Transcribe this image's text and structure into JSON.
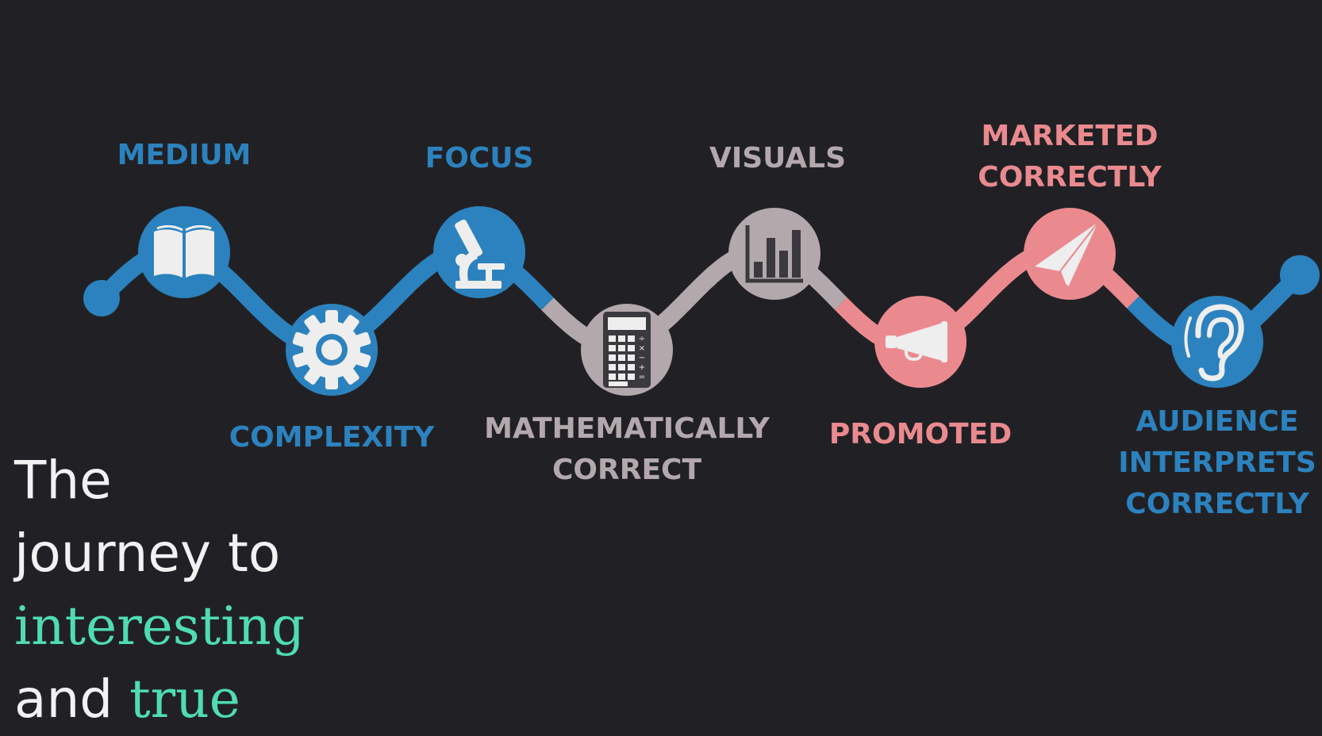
{
  "colors": {
    "background": "#212125",
    "blue": "#2c82be",
    "grey": "#b3a8ac",
    "pink": "#ea8a8f",
    "icon_fill": "#eeeeee",
    "icon_dark": "#3a3a3e",
    "headline_text": "#f2f2f2",
    "headline_accent": "#4fdcb3"
  },
  "steps": [
    {
      "id": "medium",
      "label_lines": [
        "MEDIUM"
      ],
      "icon": "book-icon",
      "color": "blue",
      "position": "up"
    },
    {
      "id": "complexity",
      "label_lines": [
        "COMPLEXITY"
      ],
      "icon": "gear-icon",
      "color": "blue",
      "position": "down"
    },
    {
      "id": "focus",
      "label_lines": [
        "FOCUS"
      ],
      "icon": "microscope-icon",
      "color": "blue",
      "position": "up"
    },
    {
      "id": "math",
      "label_lines": [
        "MATHEMATICALLY",
        "CORRECT"
      ],
      "icon": "calculator-icon",
      "color": "grey",
      "position": "down"
    },
    {
      "id": "visuals",
      "label_lines": [
        "VISUALS"
      ],
      "icon": "bar-chart-icon",
      "color": "grey",
      "position": "up"
    },
    {
      "id": "promoted",
      "label_lines": [
        "PROMOTED"
      ],
      "icon": "megaphone-icon",
      "color": "pink",
      "position": "down"
    },
    {
      "id": "marketed",
      "label_lines": [
        "MARKETED",
        "CORRECTLY"
      ],
      "icon": "paper-plane-icon",
      "color": "pink",
      "position": "up"
    },
    {
      "id": "audience",
      "label_lines": [
        "AUDIENCE",
        "INTERPRETS",
        "CORRECTLY"
      ],
      "icon": "ear-icon",
      "color": "blue",
      "position": "down"
    }
  ],
  "path_segments": [
    {
      "color": "blue"
    },
    {
      "color": "grey"
    },
    {
      "color": "pink"
    },
    {
      "color": "blue"
    }
  ],
  "headline": {
    "line1": "The",
    "line2": "journey to",
    "line3_accent": "interesting",
    "line4_plain": "and ",
    "line4_accent": "true"
  }
}
